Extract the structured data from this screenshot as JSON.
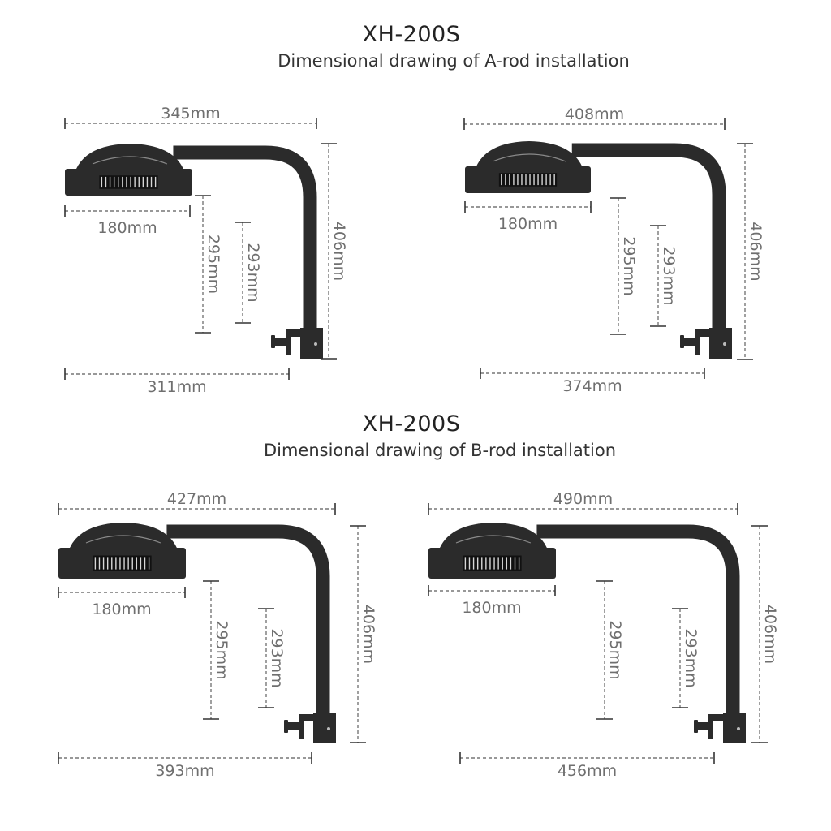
{
  "model_top": "XH-200S",
  "subtitle_top": "Dimensional drawing of A-rod installation",
  "model_bottom": "XH-200S",
  "subtitle_bottom": "Dimensional drawing of B-rod installation",
  "panels": [
    {
      "id": "a-short",
      "width": "345mm",
      "lamp": "180mm",
      "reach": "311mm",
      "height": "406mm",
      "h1": "295mm",
      "h2": "293mm"
    },
    {
      "id": "a-long",
      "width": "408mm",
      "lamp": "180mm",
      "reach": "374mm",
      "height": "406mm",
      "h1": "295mm",
      "h2": "293mm"
    },
    {
      "id": "b-short",
      "width": "427mm",
      "lamp": "180mm",
      "reach": "393mm",
      "height": "406mm",
      "h1": "295mm",
      "h2": "293mm"
    },
    {
      "id": "b-long",
      "width": "490mm",
      "lamp": "180mm",
      "reach": "456mm",
      "height": "406mm",
      "h1": "295mm",
      "h2": "293mm"
    }
  ],
  "colors": {
    "lamp": "#2b2b2b",
    "dimension": "#6f6f6f"
  }
}
